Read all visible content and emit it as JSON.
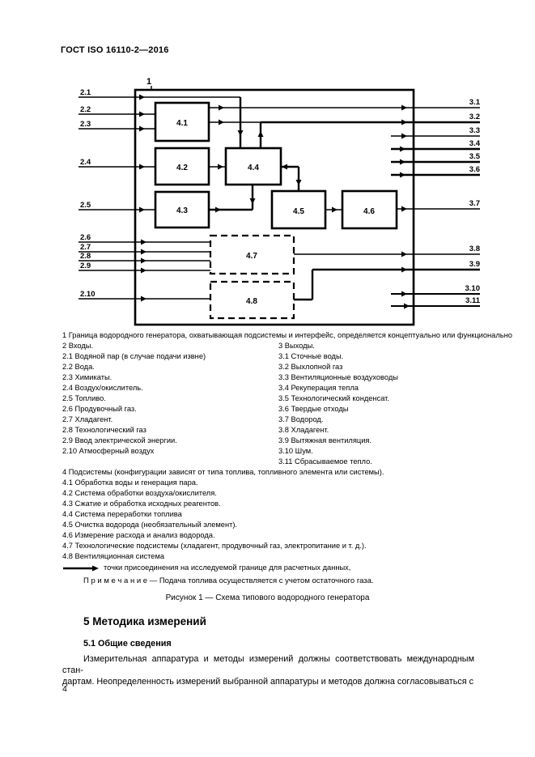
{
  "page": {
    "header": "ГОСТ ISO 16110-2—2016",
    "page_number": "4"
  },
  "diagram": {
    "frame_label": "1",
    "boxes": {
      "b41": "4.1",
      "b42": "4.2",
      "b43": "4.3",
      "b44": "4.4",
      "b45": "4.5",
      "b46": "4.6",
      "b47": "4.7",
      "b48": "4.8"
    },
    "inputs": {
      "i21": "2.1",
      "i22": "2.2",
      "i23": "2.3",
      "i24": "2.4",
      "i25": "2.5",
      "i26": "2.6",
      "i27": "2.7",
      "i28": "2.8",
      "i29": "2.9",
      "i210": "2.10"
    },
    "outputs": {
      "o31": "3.1",
      "o32": "3.2",
      "o33": "3.3",
      "o34": "3.4",
      "o35": "3.5",
      "o36": "3.6",
      "o37": "3.7",
      "o38": "3.8",
      "o39": "3.9",
      "o310": "3.10",
      "o311": "3.11"
    }
  },
  "legend": {
    "line1": "1  Граница водородного генератора, охватывающая подсистемы и интерфейс, определяется концептуально или функционально",
    "inputs_col": [
      "2  Входы.",
      "2.1  Водяной пар (в случае подачи извне)",
      "2.2  Вода.",
      "2.3  Химикаты.",
      "2.4  Воздух/окислитель.",
      "2.5  Топливо.",
      "2.6  Продувочный газ.",
      "2.7  Хладагент.",
      "2.8  Технологический газ",
      "2.9  Ввод электрической энергии.",
      "2.10  Атмосферный воздух"
    ],
    "outputs_col": [
      "3  Выходы.",
      "3.1  Сточные воды.",
      "3.2  Выхлопной газ",
      "3.3  Вентиляционные воздуховоды",
      "3.4  Рекуперация тепла",
      "3.5  Технологический конденсат.",
      "3.6  Твердые отходы",
      "3.7  Водород.",
      "3.8  Хладагент.",
      "3.9  Вытяжная вентиляция.",
      "3.10  Шум.",
      "3.11  Сбрасываемое тепло."
    ],
    "subsystems": [
      "4  Подсистемы (конфигурации зависят от типа топлива, топливного элемента или системы).",
      "4.1  Обработка воды и генерация пара.",
      "4.2  Система обработки воздуха/окислителя.",
      "4.3  Сжатие и обработка исходных реагентов.",
      "4.4  Система переработки топлива",
      "4.5  Очистка водорода (необязательный элемент).",
      "4.6  Измерение расхода и анализ водорода.",
      "4.7  Технологические подсистемы (хладагент, продувочный газ, электропитание и т. д.).",
      "4.8  Вентиляционная система"
    ],
    "connection_note": "точки присоединения на исследуемой границе для расчетных данных,"
  },
  "note": "П р и м е ч а н и е   — Подача топлива осуществляется с учетом остаточного газа.",
  "figure_caption": "Рисунок 1 — Схема типового водородного генератора",
  "section": {
    "heading": "5  Методика измерений",
    "subheading": "5.1  Общие сведения",
    "body_line1": "Измерительная аппаратура и методы измерений должны соответствовать международным стан-",
    "body_line2": "дартам. Неопределенность измерений выбранной аппаратуры и методов должна согласовываться с"
  }
}
